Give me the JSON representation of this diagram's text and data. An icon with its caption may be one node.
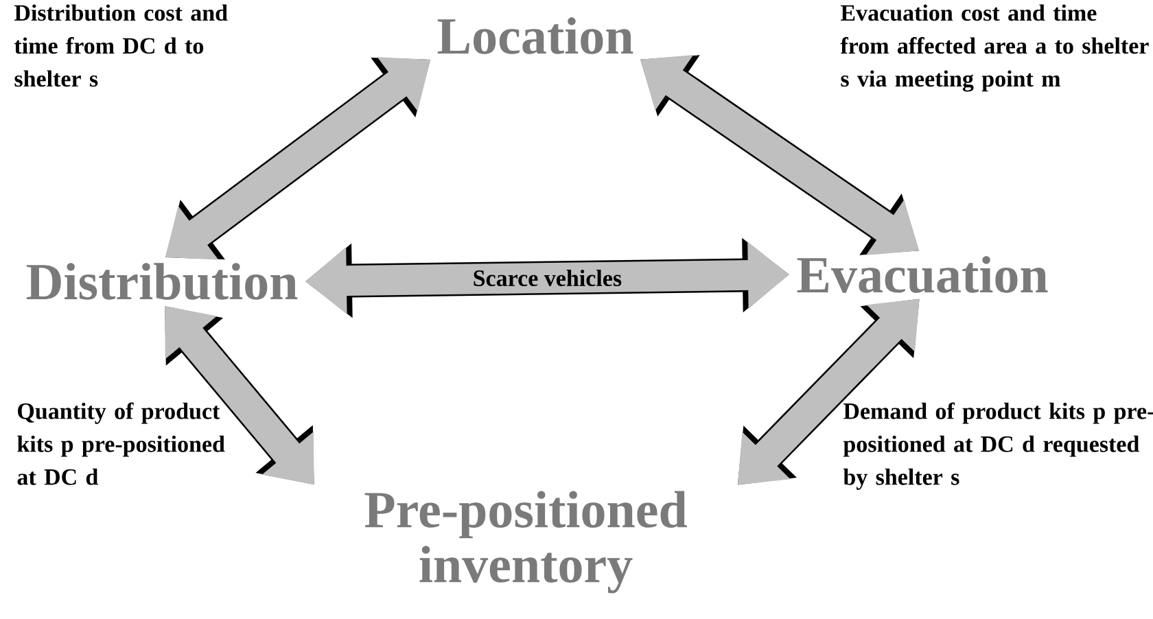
{
  "diagram": {
    "nodes": [
      {
        "text": [
          "Location"
        ]
      },
      {
        "text": [
          "Distribution"
        ]
      },
      {
        "text": [
          "Evacuation"
        ]
      },
      {
        "text": [
          "Pre-positioned inventory"
        ]
      }
    ],
    "edges": [
      {
        "from": 1,
        "to": 0,
        "arrow": "both"
      },
      {
        "from": 0,
        "to": 2,
        "arrow": "both"
      },
      {
        "from": 1,
        "to": 2,
        "arrow": "both",
        "label": "Scarce vehicles"
      },
      {
        "from": 1,
        "to": 3,
        "arrow": "both"
      },
      {
        "from": 2,
        "to": 3,
        "arrow": "both"
      }
    ],
    "labels": [
      "Distribution cost and time from DC d to shelter s",
      "Evacuation cost and time from affected area a to shelter s via meeting point m",
      "Quantity of product kits p pre-positioned at DC d",
      "Demand of product kits p pre-positioned at DC d requested by shelter s"
    ]
  }
}
